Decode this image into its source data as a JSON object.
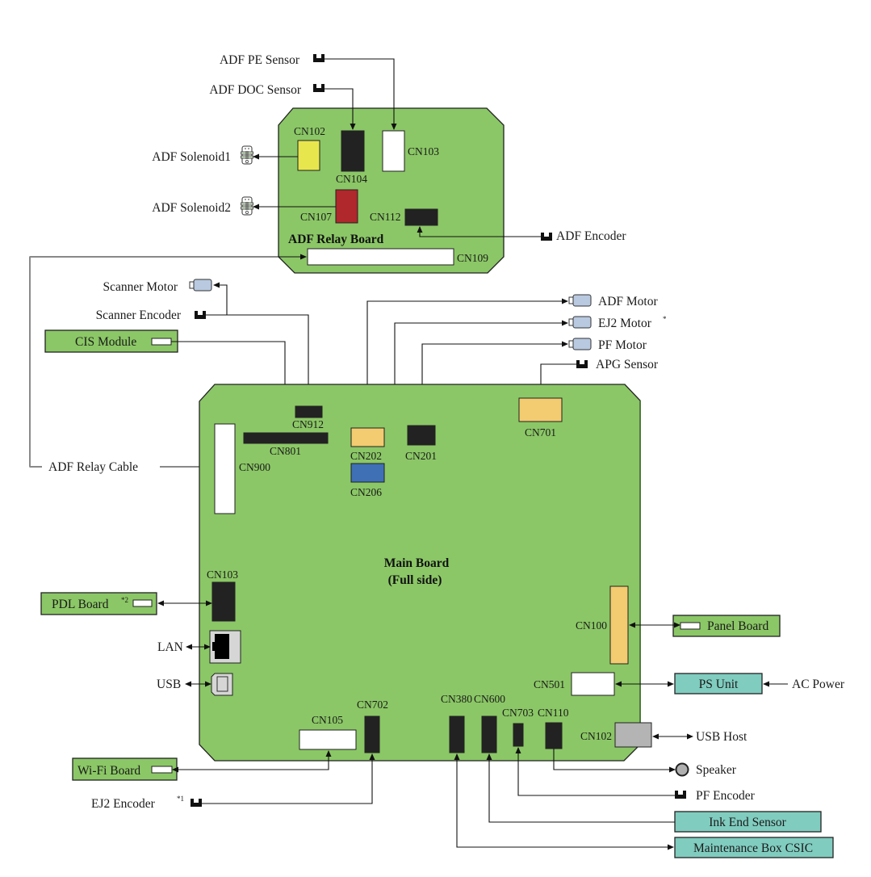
{
  "colors": {
    "board_green": "#8bc766",
    "teal_box": "#80ccbf",
    "yellow": "#e8e64d",
    "red": "#b0272c",
    "orange": "#f3cb70",
    "blue": "#3f6fb5",
    "black": "#222222",
    "white": "#ffffff",
    "gray": "#b4b4b4",
    "motor_blue": "#b8c9e0"
  },
  "adf_relay_board": {
    "title": "ADF Relay Board",
    "connectors": {
      "cn102": "CN102",
      "cn104": "CN104",
      "cn103": "CN103",
      "cn107": "CN107",
      "cn112": "CN112",
      "cn109": "CN109"
    }
  },
  "main_board": {
    "title_line1": "Main Board",
    "title_line2": "(Full side)",
    "connectors": {
      "cn912": "CN912",
      "cn801": "CN801",
      "cn900": "CN900",
      "cn202": "CN202",
      "cn206": "CN206",
      "cn201": "CN201",
      "cn701": "CN701",
      "cn103": "CN103",
      "cn100": "CN100",
      "cn501": "CN501",
      "cn105": "CN105",
      "cn702": "CN702",
      "cn380": "CN380",
      "cn600": "CN600",
      "cn703": "CN703",
      "cn110": "CN110",
      "cn102": "CN102"
    }
  },
  "components": {
    "adf_pe_sensor": "ADF PE Sensor",
    "adf_doc_sensor": "ADF DOC Sensor",
    "adf_solenoid1": "ADF Solenoid1",
    "adf_solenoid2": "ADF Solenoid2",
    "adf_encoder": "ADF Encoder",
    "scanner_motor": "Scanner Motor",
    "scanner_encoder": "Scanner Encoder",
    "cis_module": "CIS Module",
    "adf_relay_cable": "ADF Relay Cable",
    "adf_motor": "ADF Motor",
    "ej2_motor": "EJ2 Motor",
    "ej2_motor_note": "*",
    "pf_motor": "PF Motor",
    "apg_sensor": "APG Sensor",
    "pdl_board": "PDL Board",
    "pdl_board_note": "*2",
    "lan": "LAN",
    "usb": "USB",
    "panel_board": "Panel Board",
    "ps_unit": "PS Unit",
    "ac_power": "AC Power",
    "usb_host": "USB Host",
    "speaker": "Speaker",
    "pf_encoder": "PF Encoder",
    "ink_end_sensor": "Ink End Sensor",
    "maintenance_box_csic": "Maintenance Box CSIC",
    "wifi_board": "Wi-Fi Board",
    "ej2_encoder": "EJ2 Encoder",
    "ej2_encoder_note": "*1"
  },
  "icons": {
    "sensor": "photo-interrupter-sensor-icon",
    "solenoid": "solenoid-icon",
    "motor": "dc-motor-icon",
    "speaker": "speaker-icon",
    "lan_port": "rj45-port-icon",
    "usb_port": "usb-b-port-icon"
  }
}
